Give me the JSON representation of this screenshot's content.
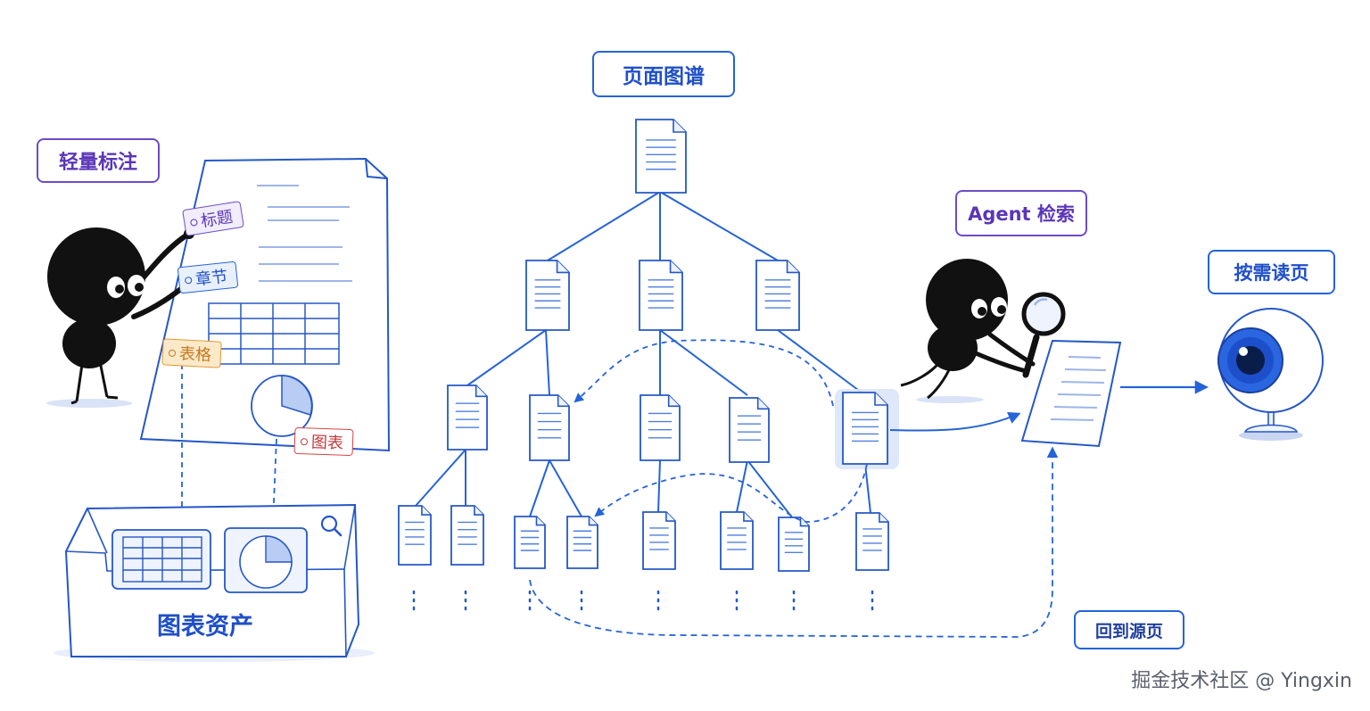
{
  "labels": {
    "light_annotation": "轻量标注",
    "page_graph": "页面图谱",
    "agent_search": "Agent 检索",
    "read_on_demand": "按需读页",
    "back_to_source": "回到源页",
    "chart_assets": "图表资产"
  },
  "tags": {
    "title": "标题",
    "section": "章节",
    "table": "表格",
    "chart": "图表"
  },
  "watermark": "掘金技术社区 @ Yingxin",
  "colors": {
    "blue": "#2563d9",
    "purple": "#6b4cc8",
    "orange": "#e39a2e",
    "red": "#d84444",
    "ink": "#111111"
  },
  "icons": [
    "document-icon",
    "magnifier-icon",
    "eye-icon",
    "search-icon",
    "pie-chart-icon",
    "table-icon"
  ]
}
